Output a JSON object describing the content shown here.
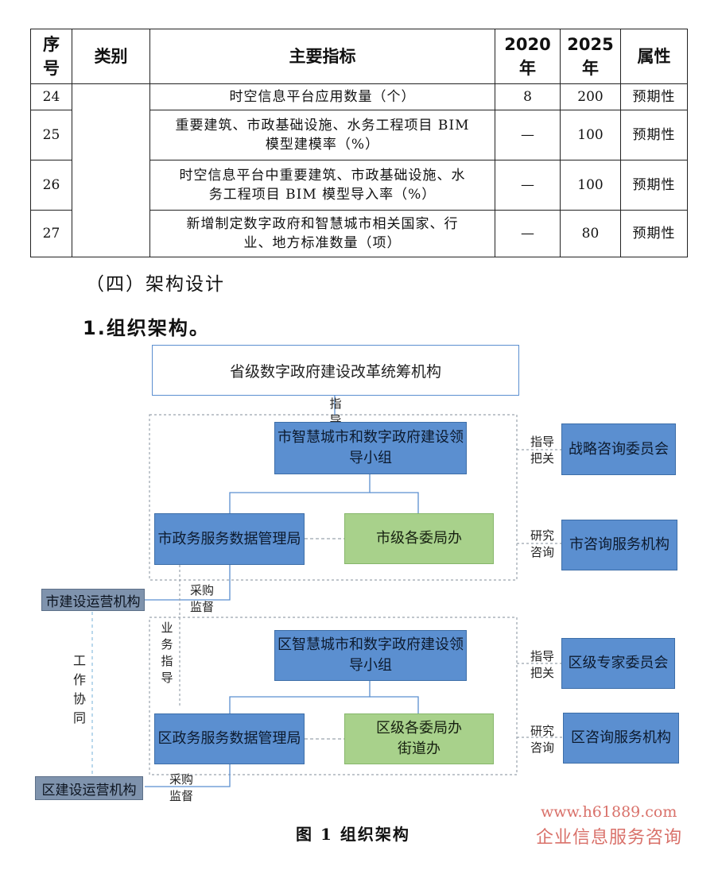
{
  "table": {
    "headers": {
      "seq": "序\n号",
      "category": "类别",
      "indicator": "主要指标",
      "y2020": "2020\n年",
      "y2025": "2025\n年",
      "attribute": "属性"
    },
    "rows": [
      {
        "no": "24",
        "indicator": "时空信息平台应用数量（个）",
        "v2020": "8",
        "v2025": "200",
        "attr": "预期性"
      },
      {
        "no": "25",
        "indicator": "重要建筑、市政基础设施、水务工程项目 BIM\n模型建模率（%）",
        "v2020": "—",
        "v2025": "100",
        "attr": "预期性"
      },
      {
        "no": "26",
        "indicator": "时空信息平台中重要建筑、市政基础设施、水\n务工程项目 BIM 模型导入率（%）",
        "v2020": "—",
        "v2025": "100",
        "attr": "预期性"
      },
      {
        "no": "27",
        "indicator": "新增制定数字政府和智慧城市相关国家、行\n业、地方标准数量（项）",
        "v2020": "—",
        "v2025": "80",
        "attr": "预期性"
      }
    ]
  },
  "headings": {
    "section": "（四）架构设计",
    "subsection": "1.组织架构。"
  },
  "diagram": {
    "top": "省级数字政府建设改革统筹机构",
    "guide": "指导",
    "city_group": "市智慧城市和数字政府建设领\n导小组",
    "city_bureau": "市政务服务数据管理局",
    "city_depts": "市级各委局办",
    "strategy": "战略咨询委员会",
    "city_consult": "市咨询服务机构",
    "city_ops": "市建设运营机构",
    "district_group": "区智慧城市和数字政府建设领\n导小组",
    "district_bureau": "区政务服务数据管理局",
    "district_depts": "区级各委局办\n街道办",
    "district_experts": "区级专家委员会",
    "district_consult": "区咨询服务机构",
    "district_ops": "区建设运营机构",
    "lbl_guide_control_1": "指导\n把关",
    "lbl_research_1": "研究\n咨询",
    "lbl_guide_control_2": "指导\n把关",
    "lbl_research_2": "研究\n咨询",
    "lbl_purchase_1": "采购\n监督",
    "lbl_purchase_2": "采购\n监督",
    "lbl_business": "业\n务\n指\n导",
    "lbl_work": "工\n作\n协\n同",
    "caption": "图 1 组织架构"
  },
  "watermark": {
    "url": "www.h61889.com",
    "text": "企业信息服务咨询"
  },
  "colors": {
    "blue_box": "#5b8fd0",
    "green_box": "#a8d18b",
    "grey_box": "#7f93ad",
    "watermark": "#d9716a"
  }
}
